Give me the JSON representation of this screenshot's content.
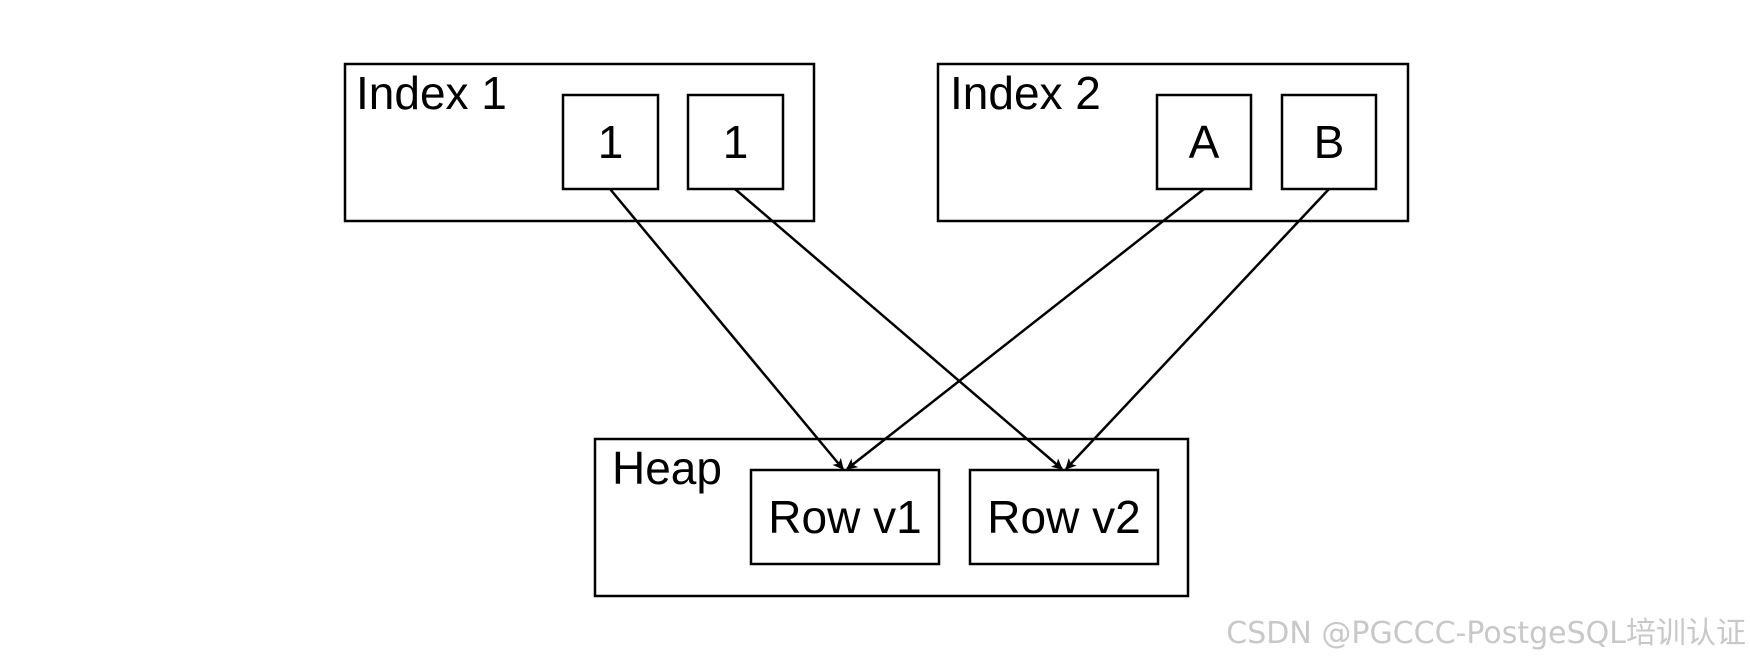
{
  "index1": {
    "label": "Index 1",
    "entries": [
      "1",
      "1"
    ]
  },
  "index2": {
    "label": "Index 2",
    "entries": [
      "A",
      "B"
    ]
  },
  "heap": {
    "label": "Heap",
    "rows": [
      "Row v1",
      "Row v2"
    ]
  },
  "watermark": "CSDN @PGCCC-PostgeSQL培训认证",
  "colors": {
    "stroke": "#000000",
    "background": "#ffffff",
    "watermark": "#c8c8c8"
  }
}
